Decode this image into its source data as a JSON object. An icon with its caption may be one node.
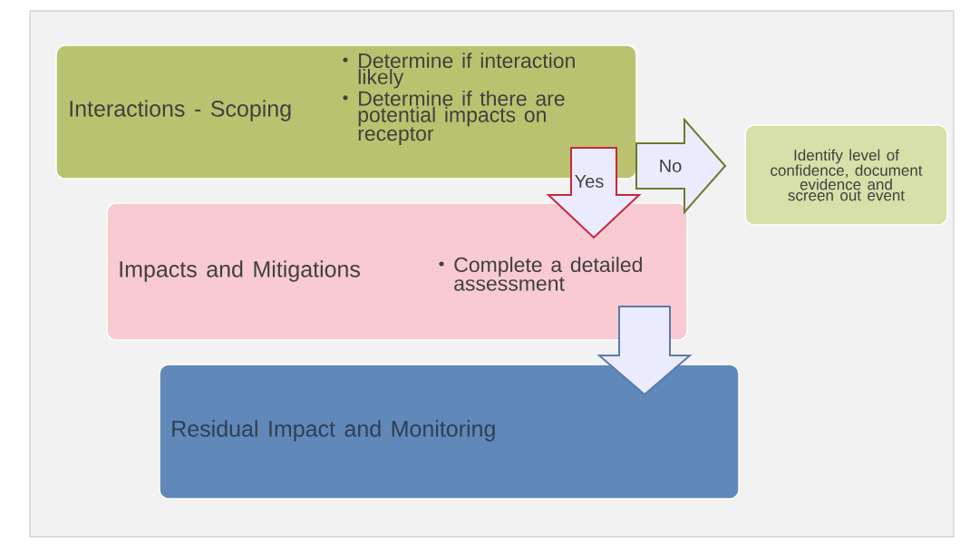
{
  "diagram": {
    "nodes": [
      {
        "text": [
          "Interactions - Scoping",
          "Determine if interaction likely",
          "Determine if there are potential impacts on receptor"
        ]
      },
      {
        "text": [
          "Impacts and Mitigations",
          "Complete a detailed assessment"
        ]
      },
      {
        "text": [
          "Residual Impact and Monitoring"
        ]
      },
      {
        "text": [
          "Identify level of confidence, document evidence and screen out event"
        ]
      }
    ],
    "edges": [
      {
        "from": 0,
        "to": 1,
        "arrow": "to",
        "label": "Yes",
        "color": "#c8283c"
      },
      {
        "from": 0,
        "to": 3,
        "arrow": "to",
        "label": "No",
        "color": "#6b7a2a"
      },
      {
        "from": 1,
        "to": 2,
        "arrow": "to",
        "color": "#5b7ba6"
      }
    ]
  }
}
